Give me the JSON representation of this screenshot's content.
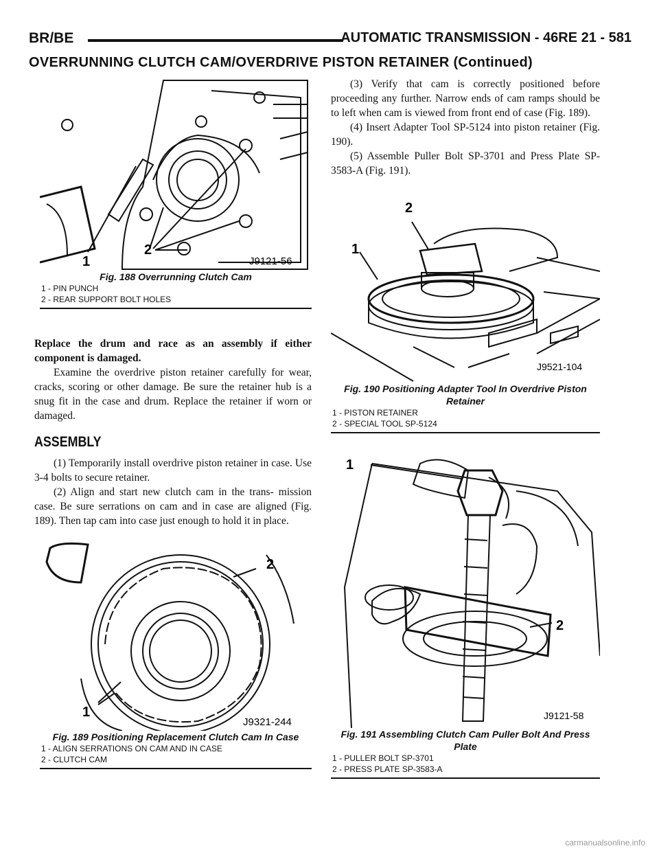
{
  "header": {
    "left": "BR/BE",
    "right": "AUTOMATIC TRANSMISSION - 46RE    21 - 581"
  },
  "section_title": "OVERRUNNING CLUTCH CAM/OVERDRIVE PISTON RETAINER (Continued)",
  "figures": {
    "fig188": {
      "code": "J9121-56",
      "callouts": [
        "1",
        "2"
      ],
      "title": "Fig. 188 Overrunning Clutch Cam",
      "legend": [
        "1 - PIN PUNCH",
        "2 - REAR SUPPORT BOLT HOLES"
      ]
    },
    "fig189": {
      "code": "J9321-244",
      "callouts": [
        "1",
        "2"
      ],
      "title": "Fig. 189 Positioning Replacement Clutch Cam In Case",
      "legend": [
        "1 - ALIGN SERRATIONS ON CAM AND IN CASE",
        "2 - CLUTCH CAM"
      ]
    },
    "fig190": {
      "code": "J9521-104",
      "callouts": [
        "1",
        "2"
      ],
      "title": "Fig. 190 Positioning Adapter Tool In Overdrive Piston Retainer",
      "legend": [
        "1 - PISTON RETAINER",
        "2 - SPECIAL TOOL SP-5124"
      ]
    },
    "fig191": {
      "code": "J9121-58",
      "callouts": [
        "1",
        "2"
      ],
      "title": "Fig. 191 Assembling Clutch Cam Puller Bolt And Press Plate",
      "legend": [
        "1 - PULLER BOLT SP-3701",
        "2 - PRESS PLATE SP-3583-A"
      ]
    }
  },
  "left_text": {
    "bold_para": "Replace the drum and race as an assembly if either component is damaged.",
    "para1": "Examine the overdrive piston retainer carefully for wear, cracks, scoring or other damage. Be sure the retainer hub is a snug fit in the case and drum. Replace the retainer if worn or damaged.",
    "assembly_heading": "ASSEMBLY",
    "step1": "(1) Temporarily install overdrive piston retainer in case. Use 3-4 bolts to secure retainer.",
    "step2": "(2) Align and start new clutch cam in the trans- mission case. Be sure serrations on cam and in case are aligned (Fig. 189). Then tap cam into case just enough to hold it in place."
  },
  "right_text": {
    "step3": "(3) Verify that cam is correctly positioned before proceeding any further. Narrow ends of cam ramps should be to left when cam is viewed from front end of case (Fig. 189).",
    "step4": "(4) Insert Adapter Tool SP-5124 into piston retainer (Fig. 190).",
    "step5": "(5) Assemble Puller Bolt SP-3701 and Press Plate SP-3583-A (Fig. 191)."
  },
  "footer": "carmanualsonline.info"
}
